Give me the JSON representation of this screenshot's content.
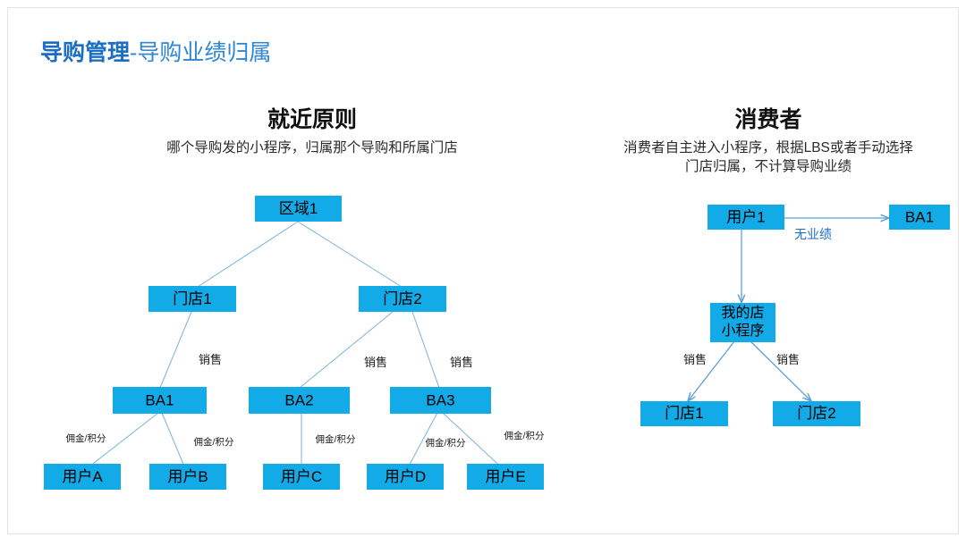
{
  "slide": {
    "title_strong": "导购管理",
    "title_rest": "-导购业绩归属",
    "accent_color": "#1B6EC2",
    "node_color": "#12AAE7",
    "edge_color": "#7BB2DB"
  },
  "left_section": {
    "title": "就近原则",
    "subtitle": "哪个导购发的小程序，归属那个导购和所属门店",
    "nodes": {
      "region1": "区域1",
      "store1": "门店1",
      "store2": "门店2",
      "ba1": "BA1",
      "ba2": "BA2",
      "ba3": "BA3",
      "userA": "用户A",
      "userB": "用户B",
      "userC": "用户C",
      "userD": "用户D",
      "userE": "用户E"
    },
    "edge_labels": {
      "sale1": "销售",
      "sale2": "销售",
      "sale3": "销售",
      "commission1": "佣金/积分",
      "commission2": "佣金/积分",
      "commission3": "佣金/积分",
      "commission4": "佣金/积分",
      "commission5": "佣金/积分"
    }
  },
  "right_section": {
    "title": "消费者",
    "subtitle_line1": "消费者自主进入小程序，根据LBS或者手动选择",
    "subtitle_line2": "门店归属，不计算导购业绩",
    "nodes": {
      "user1": "用户1",
      "ba1": "BA1",
      "miniapp_line1": "我的店",
      "miniapp_line2": "小程序",
      "store1": "门店1",
      "store2": "门店2"
    },
    "edge_labels": {
      "no_performance": "无业绩",
      "sale1": "销售",
      "sale2": "销售"
    }
  }
}
